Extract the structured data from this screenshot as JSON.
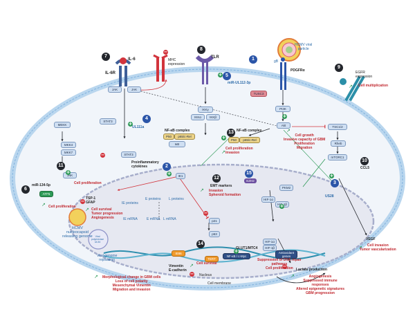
{
  "receptors": {
    "il6": "IL-6",
    "il6r": "IL-6R",
    "mhc": "MHC\nexpression",
    "tlr": "TLR",
    "hcmv": "HCMV viral\nparticle",
    "gb": "gB",
    "pdgfra": "PDGFRα",
    "egfr": "EGFR\nexpression",
    "egfr_effect": "Cell multiplication"
  },
  "proteins": {
    "jak1": "JAK",
    "jak2": "JAK",
    "stat3a": "STAT3",
    "stat3b": "STAT3",
    "ikky": "IKKγ",
    "ikka": "IKKα",
    "ikkb": "IKKβ",
    "p50": "P50",
    "p65": "p65/c-Rel",
    "ikb": "IκB",
    "p50b": "P50",
    "p65b": "p65/c-Rel",
    "tusc3": "TUSC3",
    "pi3k": "PI3K",
    "akt": "Akt",
    "tsc12": "TSC1/2",
    "rheb": "Rheb",
    "mtorc1": "mTORC1",
    "mekk": "MEKK",
    "mkk4": "MKK4",
    "mkk7": "MKK7",
    "jnk": "JNK",
    "atf5": "ATF5",
    "ezh2": "EZH2",
    "pkm2": "PKM2",
    "hif1a_a": "HIF-1α",
    "hif1b_a": "HIF-1β",
    "hif1a_b": "HIF-1α",
    "hif1b_b": "HIF-1β",
    "p21": "p21",
    "p53": "p53",
    "ie1": "IE1",
    "ie1_gene": "IE86",
    "tert": "TERT",
    "nfkb_myc": "NF-κB / c-Myc",
    "antioxidant": "Antioxidant\ngenes"
  },
  "labels": {
    "n1": "1",
    "n2": "2",
    "n3": "3",
    "n4": "4",
    "n5": "5",
    "n6": "6",
    "n7": "7",
    "n8": "8",
    "n9": "9",
    "n10": "10",
    "n11": "11",
    "n12": "12",
    "n13": "13",
    "n14": "14",
    "n15": "15",
    "mir_ul112": "miR-UL112-3p",
    "ul111a": "UL111a",
    "proinflam": "Proinflammatory\ncytokines",
    "nfkb_complex1": "NF-κB complex",
    "nfkb_complex2": "NF-κB complex",
    "cell_prolif_inv": "Cell proliferation\nInvasion",
    "akt_effect": "Cell growth\nInvasive capacity of GBM\nProliferation\nMigration",
    "jnk_effect": "Cell proliferation",
    "mir134": "miR-134-5p",
    "atf5_effect": "Cell proliferation",
    "tsp1": "TSP-1\nGFAP",
    "tsp1_effect": "Cell survival\nTumor progression\nAngiogenesis",
    "ie_proteins": "IE proteins",
    "e_proteins": "E proteins",
    "l_proteins": "L proteins",
    "ie_mrna": "IE mRNA",
    "e_mrna": "E mRNA",
    "l_mrna": "L mRNA",
    "emt": "EMT markers",
    "emt_effect": "Invasion\nSpheroid formation",
    "us28": "US28",
    "ccl5": "CCL5",
    "vegf": "VEGF",
    "vegf_effect": "Cell invasion\nTumor vascularization",
    "hcmv_genome": "HCMV\nnucleocapsid\nreleasing genome",
    "viral_poly": "Viral\npolymerase\nUL54",
    "viral_rep": "Viral genome\nreplication",
    "vimentin": "Vimentin\nE-cadherin",
    "morph": "Morphological change in GBM cells\nLoss of cell polarity\nMesenchymal Vimentin\nMigration and invasion",
    "tert_effect": "Cell survival",
    "glut1": "GLUT1/MTC4",
    "suppression": "Suppression of DNA repair\npathways\nCell proliferation",
    "lactate": "Lactate production",
    "lactate_effect": "Angiogenesis\nSuppressed immune\nresponses\nAltered epigenetic signatures\nGBM progression",
    "nucleus": "Nucleus",
    "membrane": "Cell membrane"
  },
  "colors": {
    "membrane": "#9fc6e8",
    "nucleus": "#9aa3c8",
    "cytoplasm": "#eef3f9",
    "activation": "#2e9a57",
    "inhibition": "#d2343c",
    "pathway": "#23262c"
  }
}
